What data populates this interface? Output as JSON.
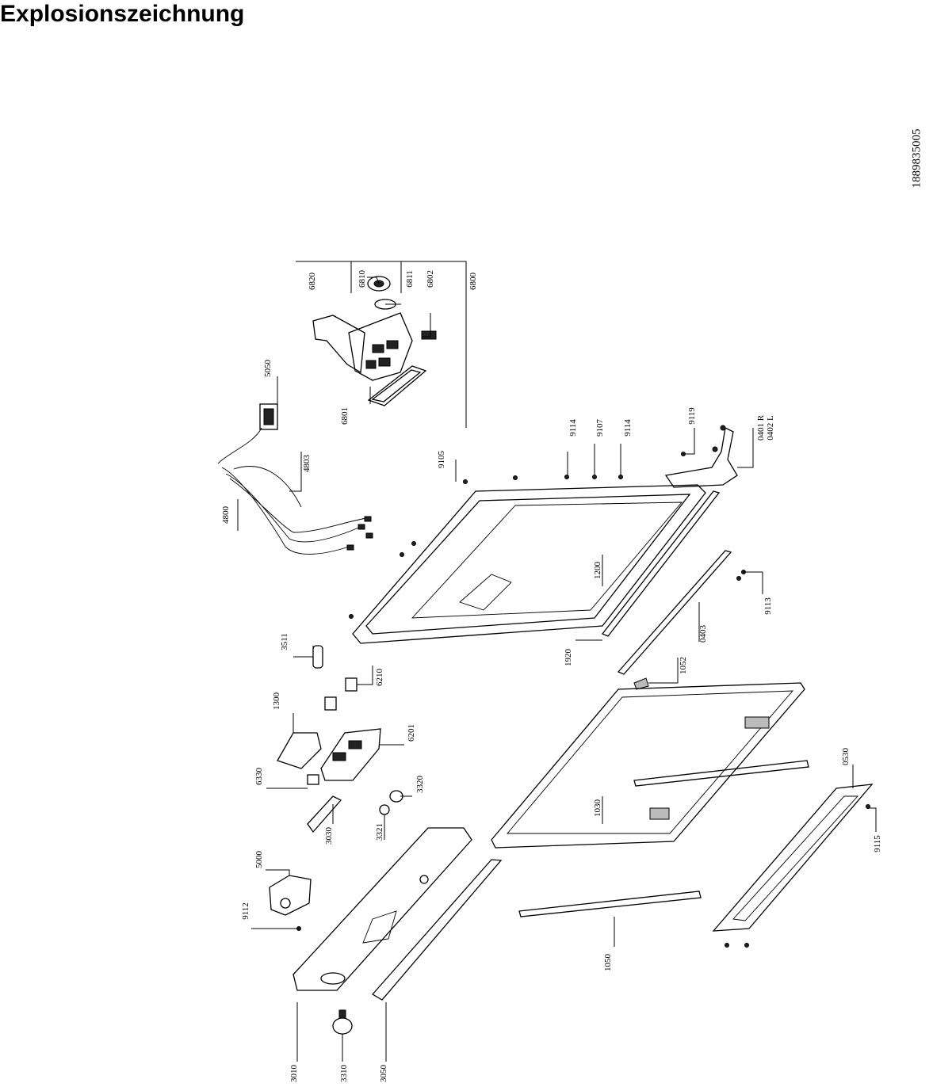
{
  "header": {
    "title": "Explosionszeichnung",
    "doc_number": "1889835005"
  },
  "parts": {
    "p0401": "0401 R",
    "p0402": "0402 L",
    "p0403": "0403",
    "p0530": "0530",
    "p1030": "1030",
    "p1050": "1050",
    "p1052": "1052",
    "p1200": "1200",
    "p1300": "1300",
    "p1920": "1920",
    "p3010": "3010",
    "p3030": "3030",
    "p3050": "3050",
    "p3310": "3310",
    "p3320": "3320",
    "p3321": "3321",
    "p3511": "3511",
    "p4800": "4800",
    "p4803": "4803",
    "p5000": "5000",
    "p5050": "5050",
    "p6201": "6201",
    "p6210": "6210",
    "p6330": "6330",
    "p6800": "6800",
    "p6801": "6801",
    "p6802": "6802",
    "p6810": "6810",
    "p6811": "6811",
    "p6820": "6820",
    "p9105": "9105",
    "p9107": "9107",
    "p9112": "9112",
    "p9113": "9113",
    "p9114a": "9114",
    "p9114b": "9114",
    "p9115": "9115",
    "p9119": "9119"
  }
}
